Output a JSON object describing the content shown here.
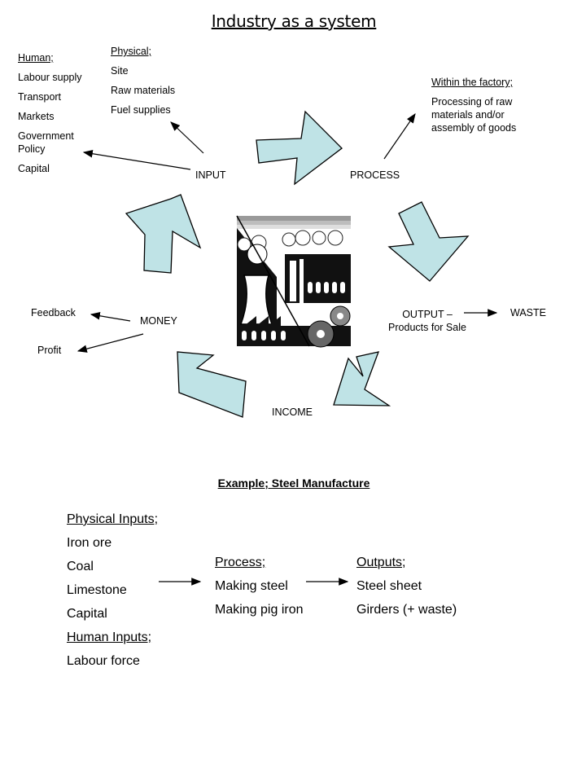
{
  "title": "Industry as a system",
  "inputs_human": {
    "heading": "Human;",
    "items": [
      "Labour supply",
      "Transport",
      "Markets",
      "Government Policy",
      "Capital"
    ]
  },
  "inputs_physical": {
    "heading": "Physical;",
    "items": [
      "Site",
      "Raw materials",
      "Fuel supplies"
    ]
  },
  "process_detail": {
    "heading": "Within the factory;",
    "text": "Processing of raw materials and/or assembly of goods"
  },
  "cycle": {
    "input": "INPUT",
    "process": "PROCESS",
    "output_line1": "OUTPUT  –",
    "output_line2": "Products for Sale",
    "waste": "WASTE",
    "income": "INCOME",
    "money": "MONEY",
    "feedback": "Feedback",
    "profit": "Profit"
  },
  "arrow_color": "#bfe3e6",
  "example": {
    "heading": "Example; Steel Manufacture",
    "physical_heading": "Physical Inputs;",
    "physical_items": [
      "Iron ore",
      "Coal",
      "Limestone",
      "Capital"
    ],
    "human_heading": "Human Inputs;",
    "human_items": [
      "Labour force"
    ],
    "process_heading": "Process;",
    "process_items": [
      "Making steel",
      "Making pig iron"
    ],
    "outputs_heading": "Outputs;",
    "outputs_items": [
      "Steel sheet",
      "Girders (+ waste)"
    ]
  }
}
